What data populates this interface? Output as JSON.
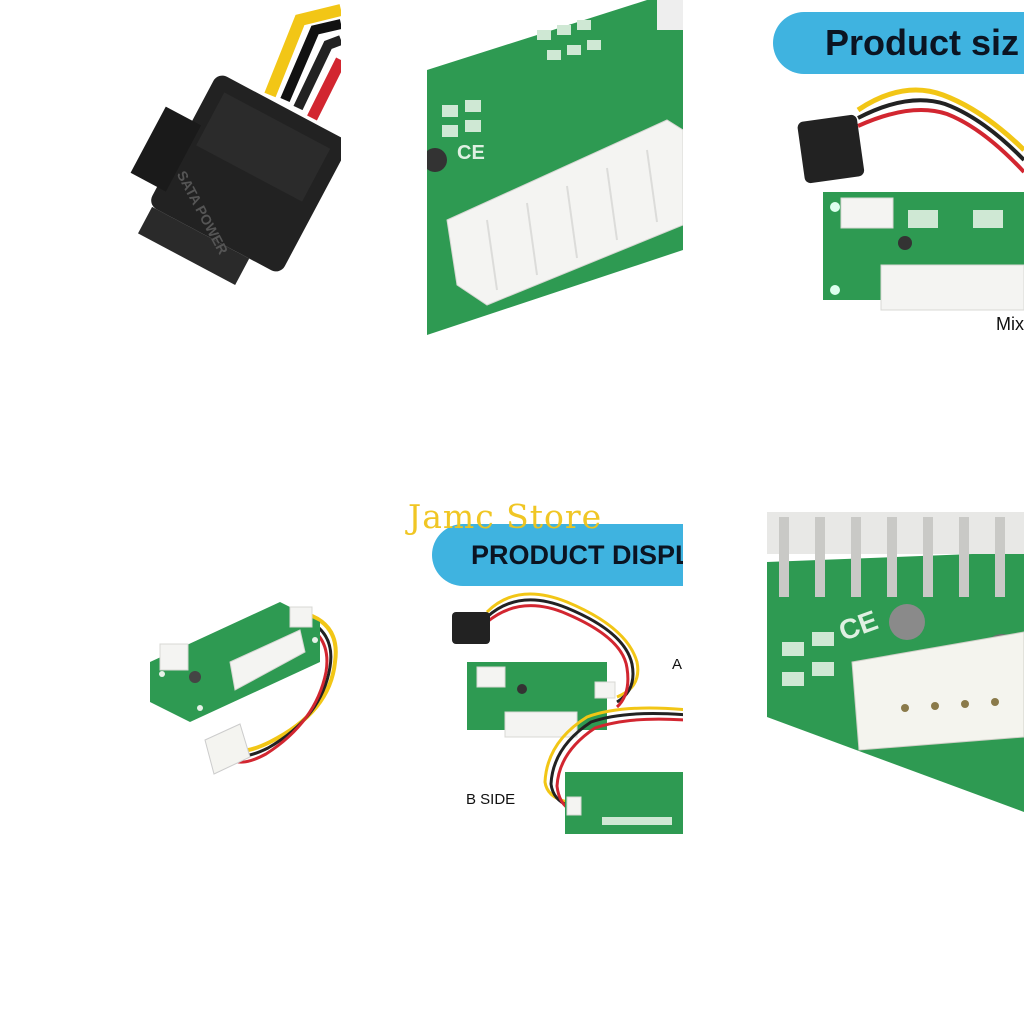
{
  "tiles": {
    "sata_closeup": {
      "connector_text": "SATA POWER"
    },
    "board_angle": {
      "marks": "CE"
    },
    "product_size": {
      "banner": "Product siz",
      "caption": "Mix"
    },
    "board_cable": {},
    "product_display": {
      "banner": "PRODUCT DISPL",
      "side_a": "A",
      "side_b": "B SIDE"
    },
    "molex_closeup": {
      "marks": "CE"
    }
  },
  "watermark": "Jamc Store",
  "colors": {
    "pcb": "#2e9a52",
    "banner": "#3fb3e0",
    "watermark": "#f0c419"
  }
}
